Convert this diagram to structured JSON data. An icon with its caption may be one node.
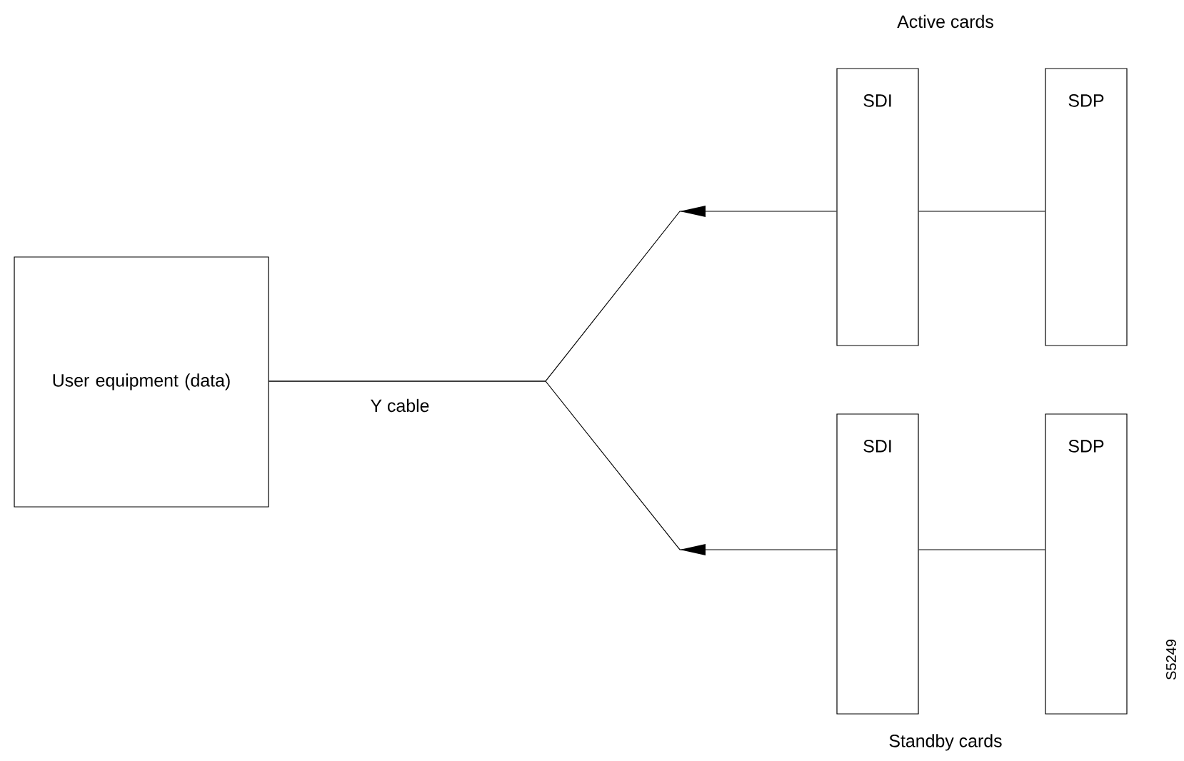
{
  "diagram": {
    "nodes": [
      {
        "text": [
          "User equipment (data)"
        ]
      },
      {
        "text": [
          "SDI"
        ]
      },
      {
        "text": [
          "SDP"
        ]
      },
      {
        "text": [
          "SDI"
        ]
      },
      {
        "text": [
          "SDP"
        ]
      }
    ],
    "edges": [
      {
        "from": 1,
        "to": 0,
        "arrow": "to",
        "label": "Y cable"
      },
      {
        "from": 3,
        "to": 0,
        "arrow": "to"
      },
      {
        "from": 1,
        "to": 2,
        "arrow": "none"
      },
      {
        "from": 3,
        "to": 4,
        "arrow": "none"
      }
    ],
    "labels": [
      "Active cards",
      "Standby cards",
      "S5249"
    ]
  }
}
